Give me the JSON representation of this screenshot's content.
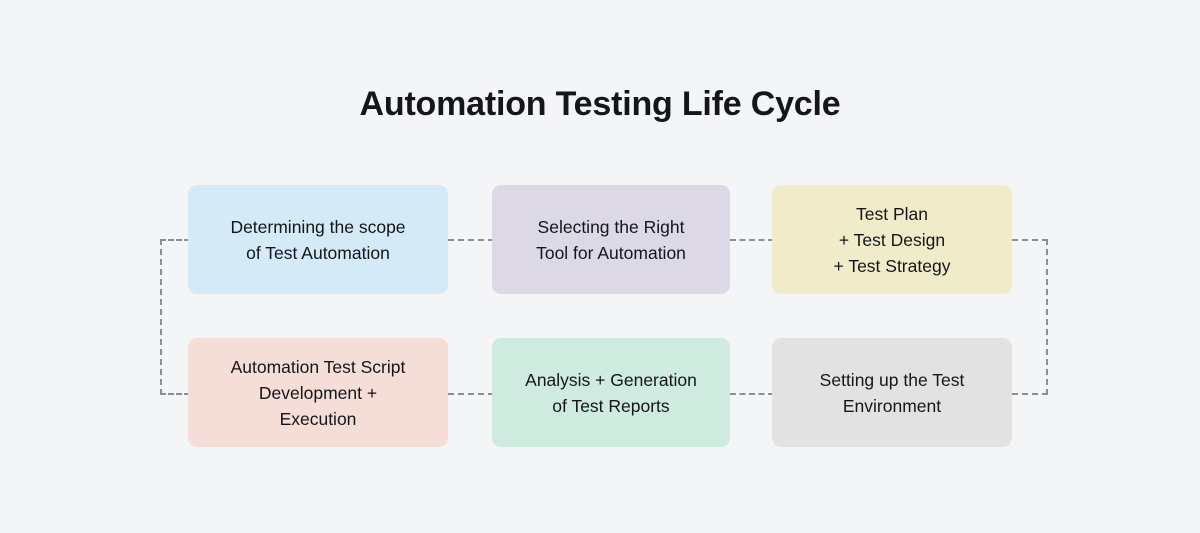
{
  "page": {
    "background_color": "#f4f5f7",
    "title": "Automation Testing Life Cycle"
  },
  "diagram": {
    "type": "flow-cycle",
    "connector_style": "dashed",
    "connector_color": "#8b8f96",
    "nodes": [
      {
        "id": "node-1",
        "order": 1,
        "label": "Determining the scope\nof Test Automation",
        "color": "#d4eaf7",
        "color_name": "light-blue"
      },
      {
        "id": "node-2",
        "order": 2,
        "label": "Selecting the Right\nTool for Automation",
        "color": "#dcd8e6",
        "color_name": "lavender"
      },
      {
        "id": "node-3",
        "order": 3,
        "label": "Test Plan\n+ Test Design\n+ Test Strategy",
        "color": "#f0ecca",
        "color_name": "pale-yellow"
      },
      {
        "id": "node-4",
        "order": 6,
        "label": "Automation Test Script\nDevelopment +\nExecution",
        "color": "#f6ded8",
        "color_name": "pale-pink"
      },
      {
        "id": "node-5",
        "order": 5,
        "label": "Analysis + Generation\nof Test Reports",
        "color": "#cfeade",
        "color_name": "mint-green"
      },
      {
        "id": "node-6",
        "order": 4,
        "label": "Setting up the Test\nEnvironment",
        "color": "#e2e2e2",
        "color_name": "light-gray"
      }
    ]
  }
}
